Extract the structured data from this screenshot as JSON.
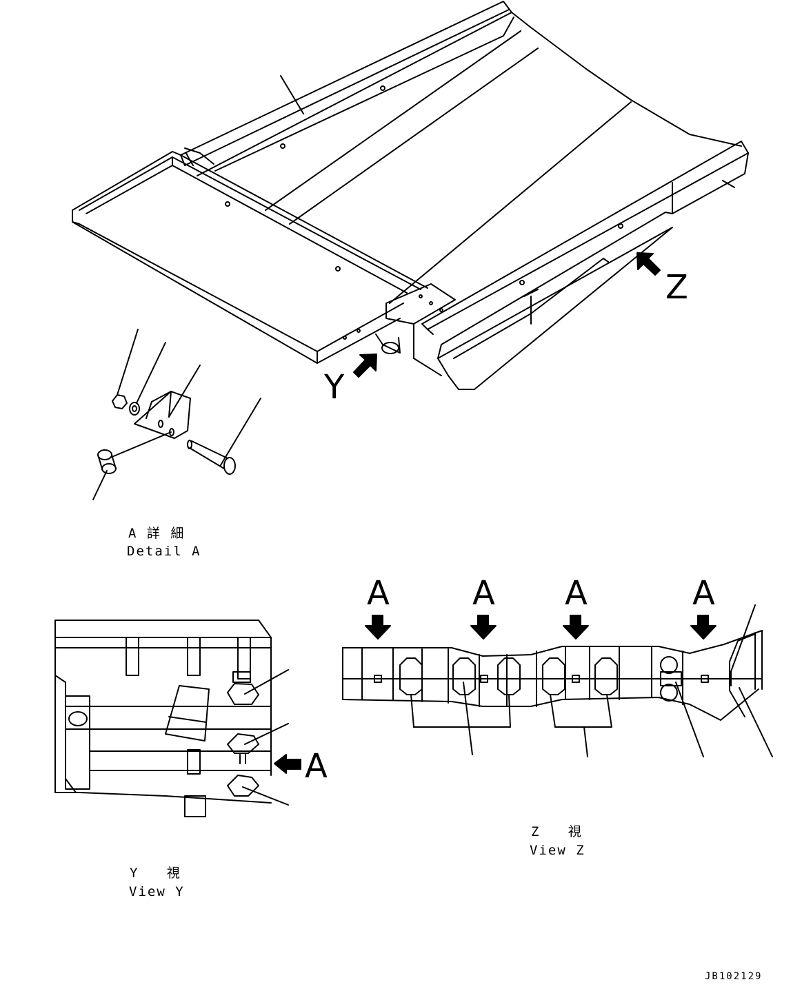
{
  "labels": {
    "y_arrow": "Y",
    "z_arrow": "Z",
    "a_arrow_viewy": "A",
    "a_arrows_viewz": [
      "A",
      "A",
      "A",
      "A"
    ],
    "detail_a_jp": "A 詳 細",
    "detail_a_en": "Detail A",
    "view_y_jp": "Y   視",
    "view_y_en": "View Y",
    "view_z_jp": "Z   視",
    "view_z_en": "View Z",
    "drawing_number": "JB102129"
  },
  "colors": {
    "ink": "#000000",
    "paper": "#ffffff"
  }
}
